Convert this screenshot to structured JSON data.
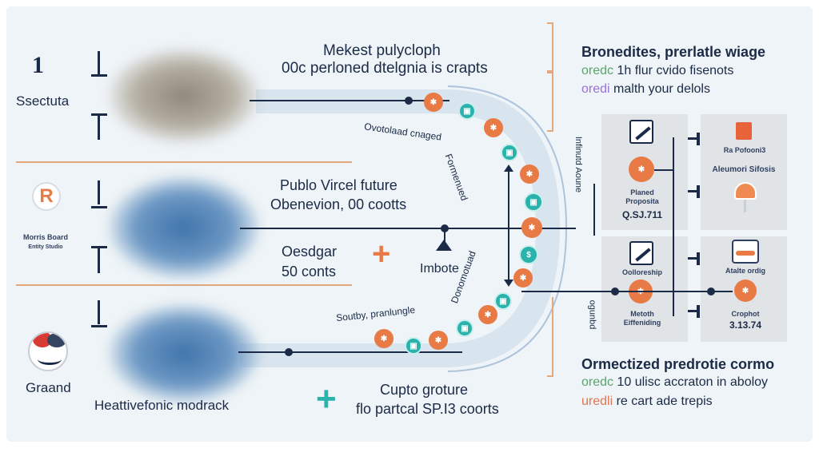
{
  "rows": [
    {
      "logo_icon": "number-one-logo-icon",
      "logo_label": "Ssectuta",
      "cloud_color": "#9e968a"
    },
    {
      "logo_icon": "r-badge-logo-icon",
      "logo_label": "Morris Board",
      "logo_sublabel": "Entity Studio",
      "cloud_color": "#4b7fb4"
    },
    {
      "logo_icon": "smiley-face-logo-icon",
      "logo_label": "Graand",
      "cloud_color": "#4b7fb4"
    }
  ],
  "center": {
    "top_title_line1": "Mekest pulycloph",
    "top_title_line2": "00c perloned dtelgnia is crapts",
    "arc_label_top": "Ovotolaad cnaged",
    "arc_label_right_top": "Formenued",
    "arc_label_right_bottom": "Donomotuad",
    "arc_label_bottom": "Soutby, pranlungle",
    "mid_title_line1": "Publo Vircel future",
    "mid_title_line2": "Obenevion, 00 cootts",
    "mid_left_line1": "Oesdgar",
    "mid_left_line2": "50 conts",
    "mid_node_label": "Imbote",
    "bottom_left_label": "Heattivefonic modrack",
    "bottom_title_line1": "Cupto groture",
    "bottom_title_line2": "flo partcal SP.I3 coorts"
  },
  "right_panel": {
    "header_title": "Bronedites, prerlatle wiage",
    "header_line1_prefix": "oredc",
    "header_line1_rest": "1h flur cvido fisenots",
    "header_line2_prefix": "oredi",
    "header_line2_rest": "malth your delols",
    "vertical_label_top": "Infinutd Aoune",
    "vertical_label_bottom": "ogunbd",
    "cards": [
      {
        "title": "Planed Proposita",
        "value": "Q.SJ.711"
      },
      {
        "title": "Ra Pofooni3",
        "subtitle": "Aleumori Sifosis"
      },
      {
        "title": "Oolloreship",
        "footer": "Metoth Eiffeniding"
      },
      {
        "title": "Atalte ordig",
        "footer": "Crophot",
        "value": "3.13.74"
      }
    ],
    "footer_title": "Ormectized predrotie cormo",
    "footer_line1_prefix": "oredc",
    "footer_line1_rest": "10 ulisc accraton in aboloy",
    "footer_line2_prefix": "uredli",
    "footer_line2_rest": "re cart ade trepis"
  },
  "colors": {
    "navy": "#1b2a47",
    "orange": "#e87a45",
    "teal": "#2ab3ad",
    "green_prefix": "#5aa56a",
    "purple_prefix": "#9b6fd6",
    "red_prefix": "#e0764f",
    "bracket": "#e3a77c"
  }
}
